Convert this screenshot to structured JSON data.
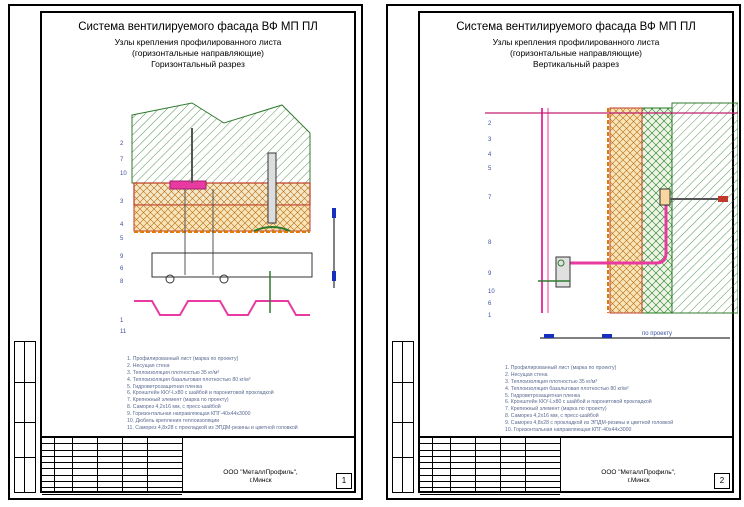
{
  "sheets": [
    {
      "title": "Система вентилируемого фасада ВФ МП ПЛ",
      "subtitle_lines": [
        "Узлы крепления профилированного листа",
        "(горизонтальные направляющие)",
        "Горизонтальный разрез"
      ],
      "callouts": [
        "2",
        "7",
        "10",
        "3",
        "4",
        "5",
        "9",
        "6",
        "8",
        "1",
        "11"
      ],
      "legend": [
        "1. Профилированный лист (марка по проекту)",
        "2. Несущая стена",
        "3. Теплоизоляция плотностью 35 кг/м³",
        "4. Теплоизоляция базальтовая плотностью 80 кг/м³",
        "5. Гидроветрозащитная пленка",
        "6. Кронштейн ККУ-Lх80 с шайбой и паронитовой прокладкой",
        "7. Крепежный элемент (марка по проекту)",
        "8. Саморез 4,2х16 мм, с пресс-шайбой",
        "9. Горизонтальная направляющая КПГ-40х44х3000",
        "10. Дюбель крепления теплоизоляции",
        "11. Саморез 4,8х28 с прокладкой из ЭПДМ-резины и цветной головкой"
      ],
      "company_lines": [
        "ООО \"МеталлПрофиль\",",
        "г.Минск"
      ],
      "sheet_number": "1"
    },
    {
      "title": "Система вентилируемого фасада ВФ МП ПЛ",
      "subtitle_lines": [
        "Узлы крепления профилированного листа",
        "(горизонтальные направляющие)",
        "Вертикальный разрез"
      ],
      "callouts": [
        "2",
        "3",
        "4",
        "5",
        "7",
        "8",
        "9",
        "10",
        "6",
        "1"
      ],
      "dimension_label": "по проекту",
      "legend": [
        "1. Профилированный лист (марка по проекту)",
        "2. Несущая стена",
        "3. Теплоизоляция плотностью 35 кг/м³",
        "4. Теплоизоляция базальтовая плотностью 80 кг/м³",
        "5. Гидроветрозащитная пленка",
        "6. Кронштейн ККУ-Lх80 с шайбой и паронитовой прокладкой",
        "7. Крепежный элемент (марка по проекту)",
        "8. Саморез 4,2х16 мм, с пресс-шайбой",
        "9. Саморез 4,8х28 с прокладкой из ЭПДМ-резины и цветной головкой",
        "10. Горизонтальная направляющая КПГ-40х44х3000"
      ],
      "company_lines": [
        "ООО \"МеталлПрофиль\",",
        "г.Минск"
      ],
      "sheet_number": "2"
    }
  ]
}
